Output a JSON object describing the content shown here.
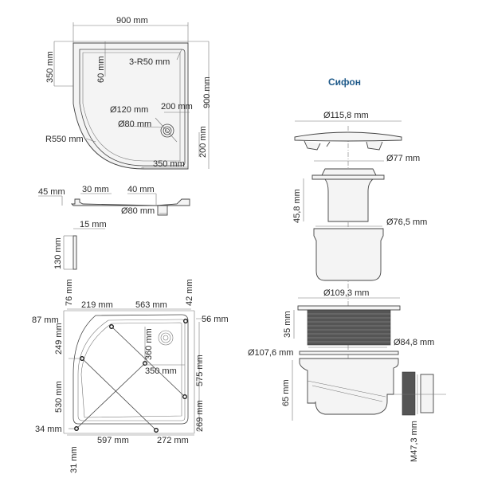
{
  "tray_top_view": {
    "width": "900 mm",
    "depth": "900 mm",
    "side_straight": "350 mm",
    "inner_offset": "60 mm",
    "corner_radius": "3-R50 mm",
    "outer_radius": "R550 mm",
    "outlet_outer_diameter": "Ø120 mm",
    "outlet_inner_diameter": "Ø80 mm",
    "outlet_offset_x": "200 mm",
    "outlet_offset_y": "200 mm",
    "bottom_straight": "350 mm"
  },
  "tray_section": {
    "height": "45 mm",
    "rim_width": "30 mm",
    "drain_offset": "40 mm",
    "drain_diameter": "Ø80 mm"
  },
  "apron_section": {
    "thickness": "15 mm",
    "height": "130 mm"
  },
  "support_frame": {
    "top_76": "76 mm",
    "top_219": "219 mm",
    "top_563": "563 mm",
    "top_42": "42 mm",
    "left_87": "87 mm",
    "left_249": "249 mm",
    "left_530": "530 mm",
    "left_34": "34 mm",
    "right_56": "56 mm",
    "right_575": "575 mm",
    "right_269": "269 mm",
    "inner_360": "360 mm",
    "inner_350": "350 mm",
    "bottom_597": "597 mm",
    "bottom_272": "272 mm",
    "bottom_31": "31 mm"
  },
  "siphon": {
    "title": "Сифон",
    "cap_diameter": "Ø115,8 mm",
    "strainer_diameter": "Ø77 mm",
    "strainer_height": "45,8 mm",
    "cup_diameter": "Ø76,5 mm",
    "flange_diameter": "Ø109,3 mm",
    "thread_height": "35 mm",
    "thread_diameter": "Ø84,8 mm",
    "gasket_diameter": "Ø107,6 mm",
    "body_height": "65 mm",
    "outlet_thread": "M47,3 mm"
  },
  "colors": {
    "title": "#1f5a8a",
    "lines": "#444444",
    "text": "#2a2a2a"
  }
}
